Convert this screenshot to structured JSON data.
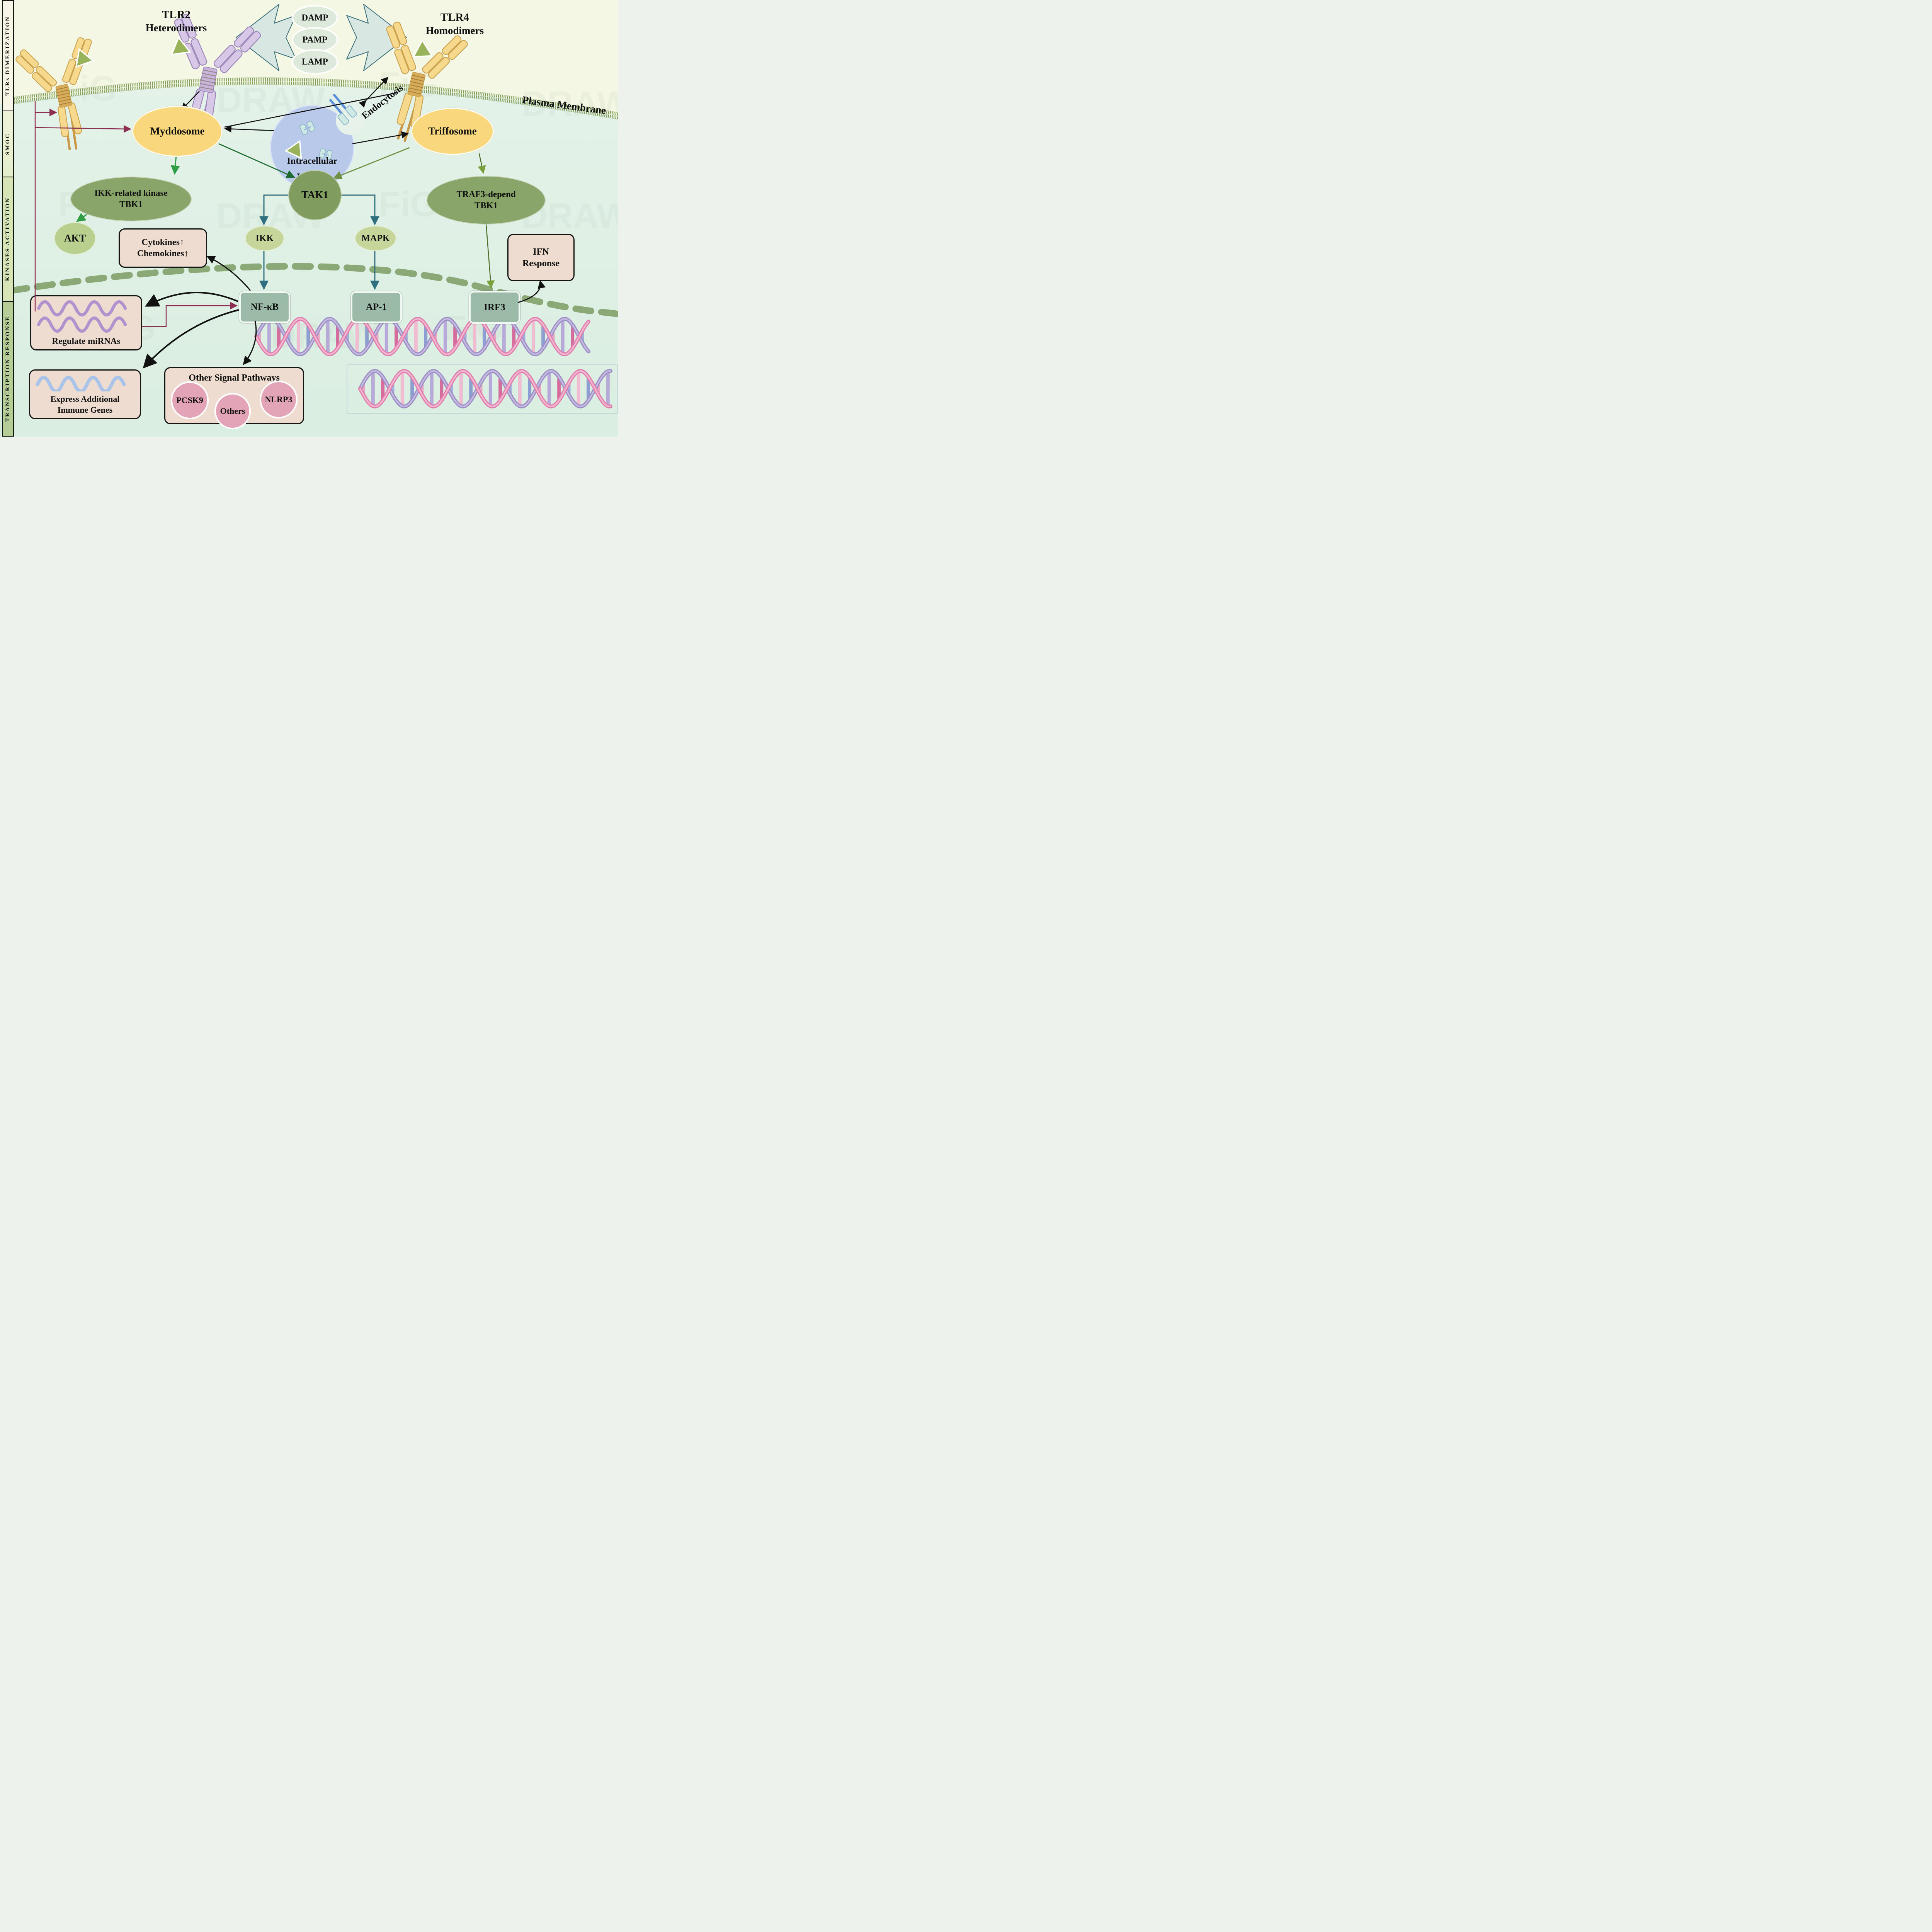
{
  "sidebar": {
    "segments": [
      {
        "label": "TLRs  DIMERIZATION"
      },
      {
        "label": "SMOC"
      },
      {
        "label": "KINASES  ACTIVATION"
      },
      {
        "label": "TRANSCRIPTION  RESPONSE"
      }
    ]
  },
  "stimuli": {
    "items": [
      "DAMP",
      "PAMP",
      "LAMP"
    ]
  },
  "receptors": {
    "tlr2_line1": "TLR2",
    "tlr2_line2": "Heterodimers",
    "tlr4_line1": "TLR4",
    "tlr4_line2": "Homodimers"
  },
  "membrane": {
    "label": "Plasma Membrane"
  },
  "endocytosis_label": "Endocytosis",
  "vesicles": {
    "line1": "Intracellular",
    "line2": "Vesicles"
  },
  "smoc": {
    "myddosome": "Myddosome",
    "triffosome": "Triffosome"
  },
  "kinases": {
    "ikk_tbk1_line1": "IKK-related kinase",
    "ikk_tbk1_line2": "TBK1",
    "tak1": "TAK1",
    "traf3_line1": "TRAF3-depend",
    "traf3_line2": "TBK1",
    "akt": "AKT",
    "ikk": "IKK",
    "mapk": "MAPK"
  },
  "transcription_factors": {
    "nfkb": "NF-κB",
    "ap1": "AP-1",
    "irf3": "IRF3"
  },
  "outputs": {
    "cytokines_line1": "Cytokines↑",
    "cytokines_line2": "Chemokines↑",
    "ifn_line1": "IFN",
    "ifn_line2": "Response",
    "mirna": "Regulate miRNAs",
    "express_line1": "Express Additional",
    "express_line2": "Immune Genes",
    "other_title": "Other Signal Pathways",
    "pcsk9": "PCSK9",
    "others": "Others",
    "nlrp3": "NLRP3"
  },
  "watermark": "FiG DRAW",
  "colors": {
    "bg_upper": "#f3f7e3",
    "bg_lower": "#e4f2e9",
    "membrane_green": "#7d9b55",
    "node_yellow": "#f9d87d",
    "kinase_green": "#8aa56a",
    "light_green": "#b8cf8d",
    "tf_green": "#9cbaa8",
    "output_pink": "#efdcd0",
    "pink_circle": "#e3a4b7",
    "maroon": "#8c2f52",
    "teal": "#2e6f80",
    "bright_green": "#2f9e44",
    "forest_green": "#1e6b30",
    "olive": "#6d8f3f",
    "dark_olive": "#51702e",
    "dna_pink": "#e07fae",
    "dna_purple": "#9d8fc7",
    "rna_purple": "#b191ce",
    "rna_blue": "#a9c4e8"
  }
}
